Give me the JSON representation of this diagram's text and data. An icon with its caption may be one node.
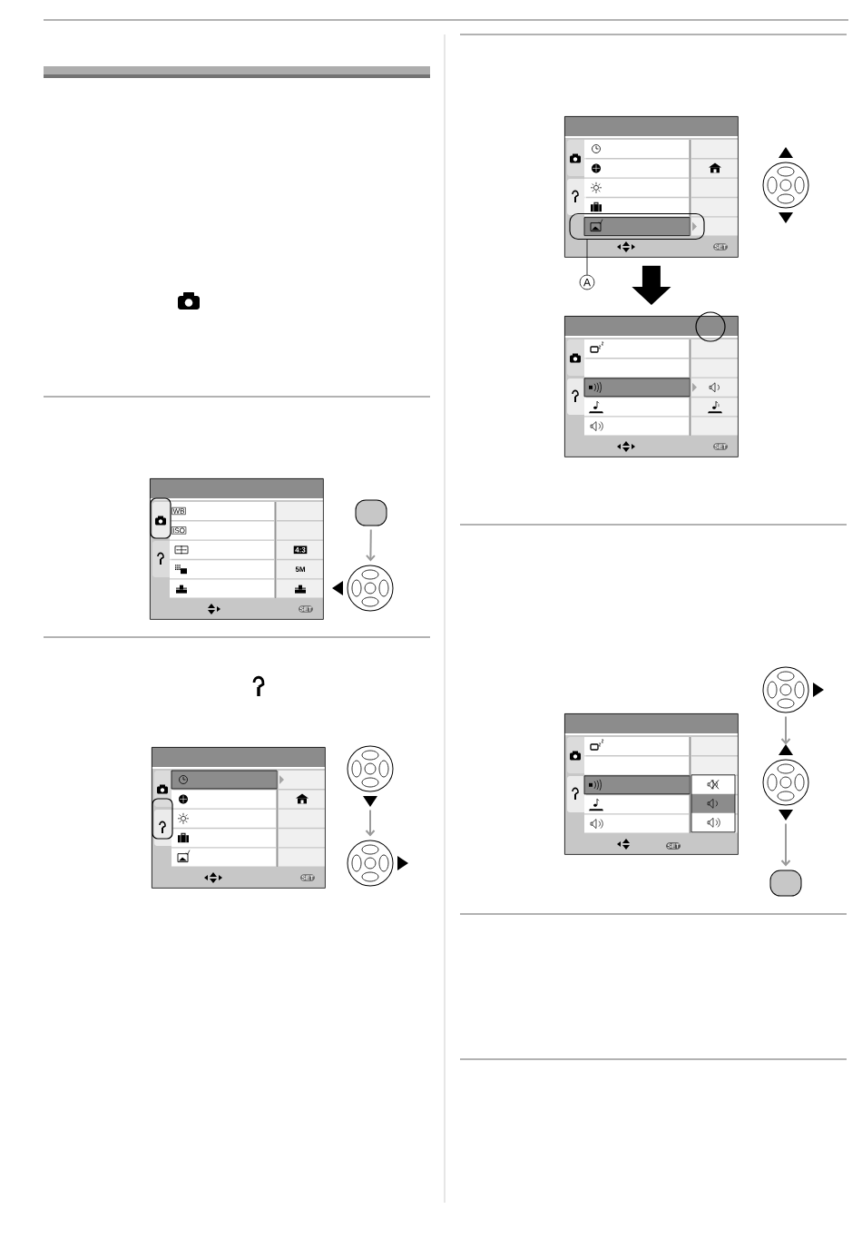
{
  "diagram": {
    "nodes": [
      {
        "text": [
          "WB",
          "ISO",
          "4:3",
          "5M",
          "SET"
        ]
      },
      {
        "text": [],
        "shape": "button"
      },
      {
        "text": [],
        "shape": "dial"
      },
      {
        "text": [
          "SET"
        ]
      },
      {
        "text": [],
        "shape": "dial"
      },
      {
        "text": [],
        "shape": "dial"
      },
      {
        "text": [
          "SET"
        ]
      },
      {
        "text": [],
        "shape": "box",
        "in": 6
      },
      {
        "text": [
          "A"
        ]
      },
      {
        "text": [
          "SET"
        ]
      },
      {
        "text": [],
        "shape": "dial"
      },
      {
        "text": [],
        "shape": "dial"
      },
      {
        "text": [],
        "shape": "dial"
      },
      {
        "text": [],
        "shape": "button"
      },
      {
        "text": [
          "SET"
        ]
      }
    ],
    "edges": [
      {
        "from": 1,
        "to": 2,
        "arrow": "to"
      },
      {
        "from": 4,
        "to": 5,
        "arrow": "to"
      },
      {
        "from": 6,
        "to": 9,
        "arrow": "to",
        "style": "thick",
        "color": "#000000"
      },
      {
        "from": 8,
        "to": 7,
        "arrow": "none",
        "color": "#000000"
      },
      {
        "from": 11,
        "to": 12,
        "arrow": "to"
      },
      {
        "from": 12,
        "to": 13,
        "arrow": "to"
      }
    ]
  }
}
